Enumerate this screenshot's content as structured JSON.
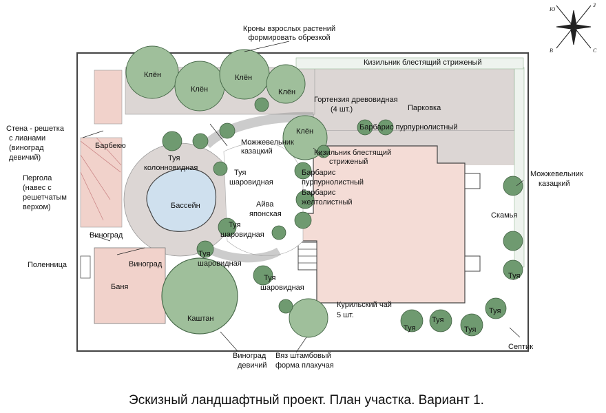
{
  "title": "Эскизный ландшафтный проект. План участка. Вариант 1.",
  "compass": {
    "n": "З",
    "s": "В",
    "e": "С",
    "w": "Ю"
  },
  "colors": {
    "tree": "#9fbf9b",
    "tree_dark": "#6f9a70",
    "conifer": "#5e8a63",
    "paving": "#d9d3d0",
    "water": "#cfe0ee",
    "pink": "#f1d2cb",
    "lawn": "#ffffff",
    "line": "#333333"
  },
  "labels": {
    "crowns_l1": "Кроны взрослых растений",
    "crowns_l2": "формировать обрезкой",
    "kizil_top": "Кизильник блестящий стриженый",
    "klen": "Клён",
    "hortensia_l1": "Гортензия древовидная",
    "hortensia_l2": "(4 шт.)",
    "parking": "Парковка",
    "barbaris_purp": "Барбарис пурпурнолистный",
    "wall_l1": "Стена - решетка",
    "wall_l2": "с лианами",
    "wall_l3": "(виноград",
    "wall_l4": "девичий)",
    "barbecue": "Барбекю",
    "juniper_l1": "Можжевельник",
    "juniper_l2": "казацкий",
    "kizil_mid_l1": "Кизильник блестящий",
    "kizil_mid_l2": "стриженый",
    "thuja_col_l1": "Туя",
    "thuja_col_l2": "колонновидная",
    "thuja_sph_l1": "Туя",
    "thuja_sph_l2": "шаровидная",
    "barb_purp_l1": "Барбарис",
    "barb_purp_l2": "пурпурнолистный",
    "barb_yellow_l1": "Барбарис",
    "barb_yellow_l2": "желтолистный",
    "pergola_l1": "Пергола",
    "pergola_l2": "(навес с",
    "pergola_l3": "решетчатым",
    "pergola_l4": "верхом)",
    "pool": "Бассейн",
    "quince_l1": "Айва",
    "quince_l2": "японская",
    "juniper_r_l1": "Можжевельник",
    "juniper_r_l2": "казацкий",
    "bench": "Скамья",
    "grape": "Виноград",
    "woodpile": "Поленница",
    "bath": "Баня",
    "thuja": "Туя",
    "kuril_l1": "Курильский чай",
    "kuril_l2": "5 шт.",
    "chestnut": "Каштан",
    "grape_girl_l1": "Виноград",
    "grape_girl_l2": "девичий",
    "elm_l1": "Вяз штамбовый",
    "elm_l2": "форма плакучая",
    "septic": "Септик"
  }
}
